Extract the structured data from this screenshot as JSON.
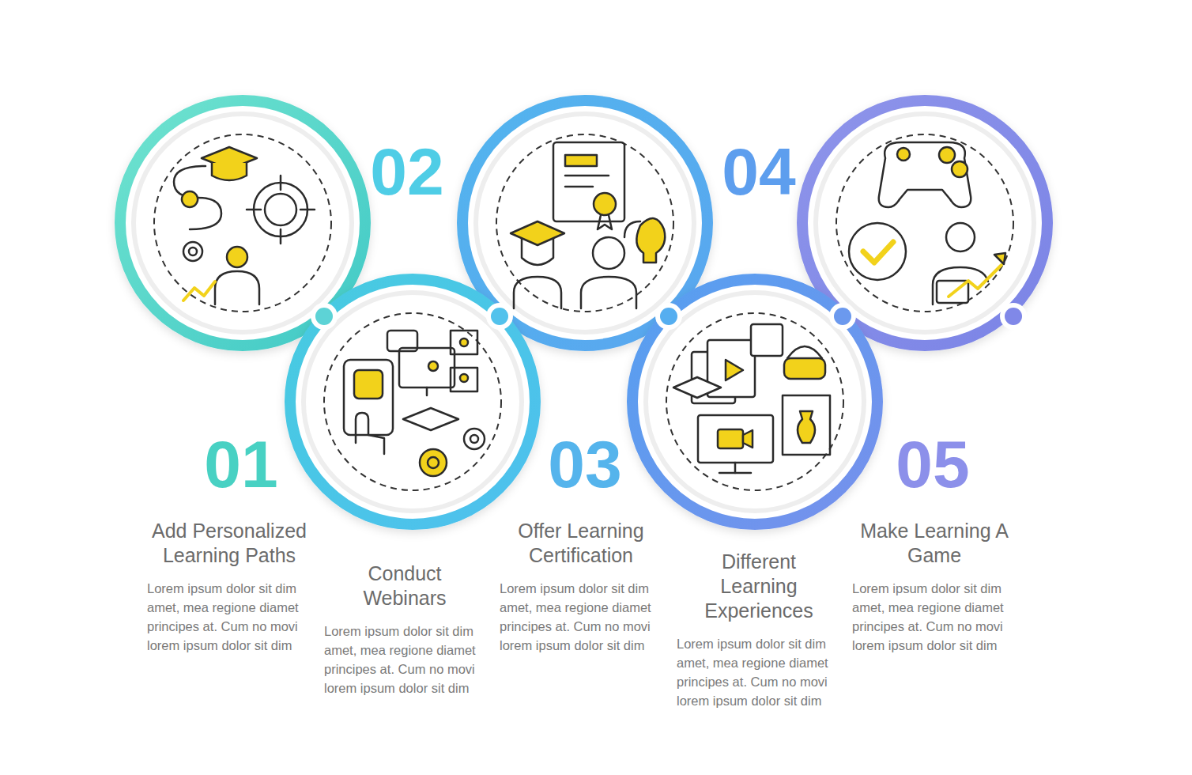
{
  "diagram": {
    "nodes": [
      {
        "text": [
          "Add Personalized Learning Paths",
          "Lorem ipsum dolor sit dim amet, mea regione diamet principes at. Cum no movi lorem ipsum dolor sit dim"
        ]
      },
      {
        "text": [
          "Conduct Webinars",
          "Lorem ipsum dolor sit dim amet, mea regione diamet principes at. Cum no movi lorem ipsum dolor sit dim"
        ]
      },
      {
        "text": [
          "Offer Learning Certification",
          "Lorem ipsum dolor sit dim amet, mea regione diamet principes at. Cum no movi lorem ipsum dolor sit dim"
        ]
      },
      {
        "text": [
          "Different Learning Experiences",
          "Lorem ipsum dolor sit dim amet, mea regione diamet principes at. Cum no movi lorem ipsum dolor sit dim"
        ]
      },
      {
        "text": [
          "Make Learning A Game",
          "Lorem ipsum dolor sit dim amet, mea regione diamet principes at. Cum no movi lorem ipsum dolor sit dim"
        ]
      }
    ],
    "labels": [
      "01",
      "02",
      "03",
      "04",
      "05"
    ]
  }
}
